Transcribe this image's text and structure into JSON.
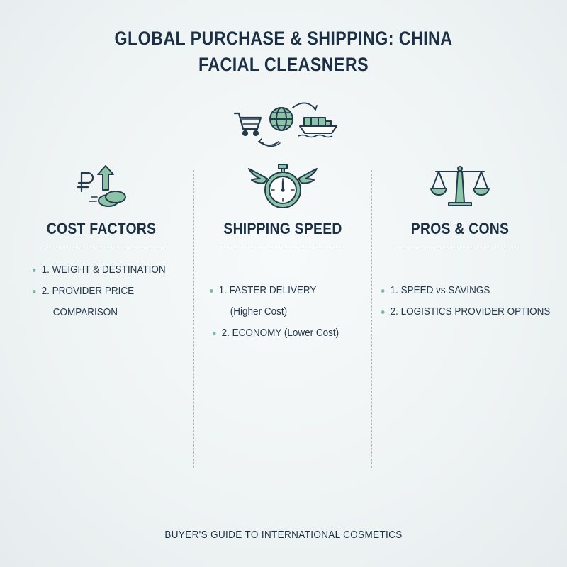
{
  "title": {
    "line1": "GLOBAL PURCHASE & SHIPPING: CHINA",
    "line2": "FACIAL CLEASNERS"
  },
  "hero_icons": [
    "shopping-cart-icon",
    "globe-icon",
    "cargo-ship-icon",
    "cycle-arrows-icon"
  ],
  "columns": [
    {
      "icon": "ruble-coins-arrow-icon",
      "heading": "COST FACTORS",
      "items": [
        {
          "text": "1. WEIGHT & DESTINATION",
          "sub": ""
        },
        {
          "text": "2. PROVIDER PRICE",
          "sub": "COMPARISON"
        }
      ]
    },
    {
      "icon": "winged-stopwatch-icon",
      "heading": "SHIPPING SPEED",
      "items": [
        {
          "text": "1. FASTER DELIVERY",
          "sub": "(Higher Cost)"
        },
        {
          "text": "2. ECONOMY (Lower Cost)",
          "sub": ""
        }
      ]
    },
    {
      "icon": "balance-scale-icon",
      "heading": "PROS & CONS",
      "items": [
        {
          "text": "1. SPEED vs SAVINGS",
          "sub": ""
        },
        {
          "text": "2. LOGISTICS PROVIDER OPTIONS",
          "sub": ""
        }
      ]
    }
  ],
  "footer": "BUYER'S GUIDE TO INTERNATIONAL COSMETICS",
  "colors": {
    "navy": "#1b3045",
    "accent_green": "#8cc4a8",
    "outline": "#233a4d",
    "bullet": "#7fb5a2"
  }
}
